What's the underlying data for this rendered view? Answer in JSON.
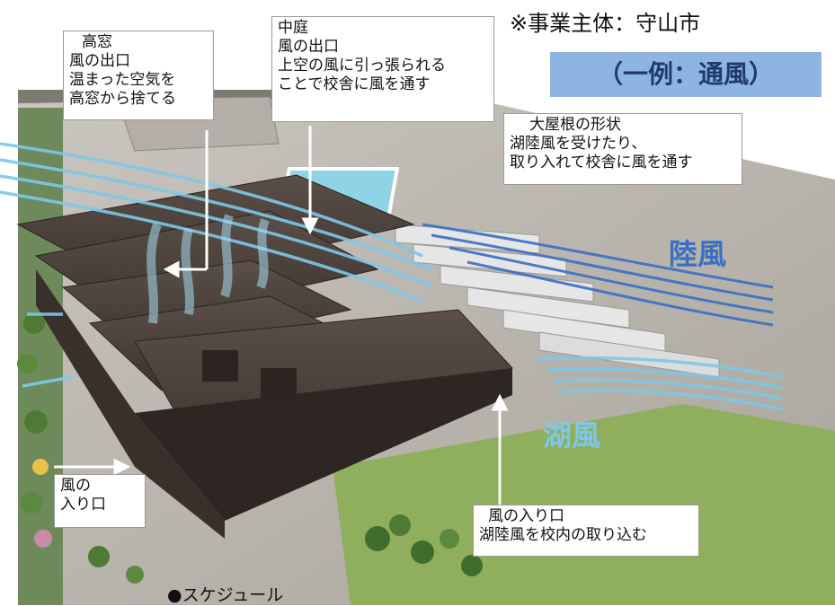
{
  "org": "※事業主体：守山市",
  "example": "（一例：通風）",
  "schedule": "●スケジュール",
  "callouts": {
    "takamado": {
      "title": "高窓",
      "lines": [
        "風の出口",
        "温まった空気を",
        "高窓から捨てる"
      ]
    },
    "nakaniwa": {
      "title": "中庭",
      "lines": [
        "風の出口",
        "上空の風に引っ張られる",
        "ことで校舎に風を通す"
      ]
    },
    "oyane": {
      "title": "大屋根の形状",
      "lines": [
        "湖陸風を受けたり、",
        "取り入れて校舎に風を通す"
      ]
    },
    "inlet_left": {
      "lines": [
        "風の",
        "入り口"
      ]
    },
    "inlet_right": {
      "lines": [
        "風の入り口",
        "湖陸風を校内の取り込む"
      ]
    }
  },
  "winds": {
    "land": "陸風",
    "lake": "湖風"
  },
  "colors": {
    "land": "#3a6fc4",
    "lake": "#7ec8e8",
    "example_bg": "#8db4e2",
    "roof": "#4a3f39"
  }
}
